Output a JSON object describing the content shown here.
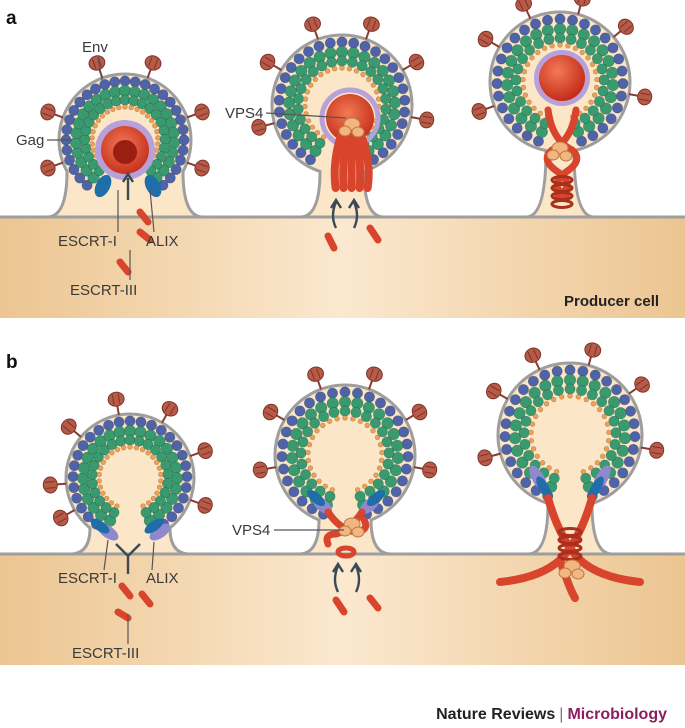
{
  "panels": [
    {
      "letter": "a",
      "labels": {
        "env": "Env",
        "gag": "Gag",
        "escrt1": "ESCRT-I",
        "alix": "ALIX",
        "escrt3": "ESCRT-III",
        "vps4": "VPS4",
        "cell": "Producer cell"
      }
    },
    {
      "letter": "b",
      "labels": {
        "escrt1": "ESCRT-I",
        "alix": "ALIX",
        "escrt3": "ESCRT-III",
        "vps4": "VPS4"
      }
    }
  ],
  "credit": {
    "journal": "Nature Reviews",
    "section": "Microbiology"
  },
  "colors": {
    "cytoplasm": "#f2d2a6",
    "membrane": "#9e9e9e",
    "gag_outer": "#4f63a8",
    "gag_mid": "#3a9a6f",
    "gag_inner": "#f0a050",
    "env": "#b85a48",
    "escrt3": "#d8442c",
    "escrt1": "#8e88cc",
    "alix": "#1f6eaa",
    "core": "#d8402a",
    "vps4": "#f1b682"
  }
}
